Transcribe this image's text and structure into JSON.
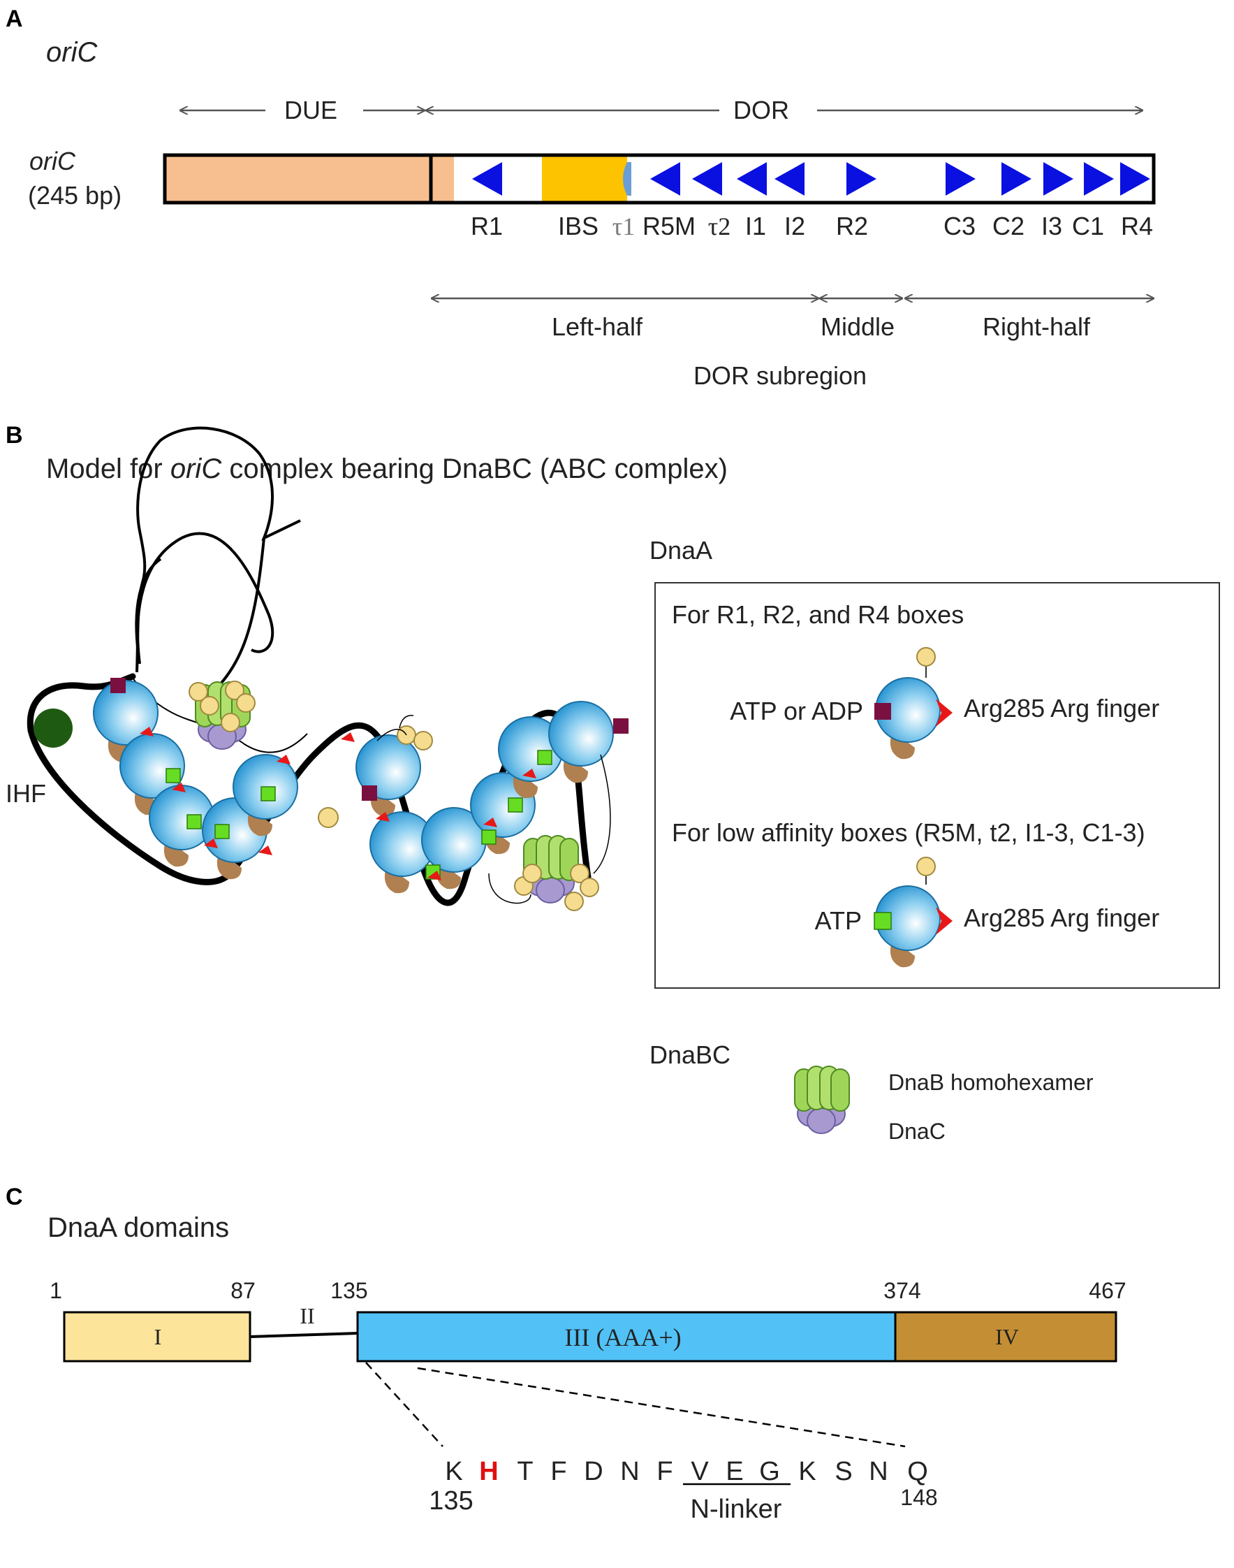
{
  "panels": {
    "a": {
      "letter": "A",
      "title": "oriC",
      "track_label_line1": "oriC",
      "track_label_line2": "(245 bp)",
      "due_label": "DUE",
      "dor_label": "DOR",
      "box_labels": [
        "R1",
        "IBS",
        "τ1",
        "R5M",
        "τ2",
        "I1",
        "I2",
        "R2",
        "C3",
        "C2",
        "I3",
        "C1",
        "R4"
      ],
      "sub_left": "Left-half",
      "sub_middle": "Middle",
      "sub_right": "Right-half",
      "subregion_caption": "DOR subregion",
      "colors": {
        "due": "#f7bf90",
        "ibs": "#fdc300",
        "tau1": "#6a9ed8",
        "box": "#0a10e0"
      }
    },
    "b": {
      "letter": "B",
      "title_prefix": "Model for ",
      "title_italic": "oriC",
      "title_suffix": " complex bearing DnaBC (ABC complex)",
      "ihf_label": "IHF",
      "dnaa_heading": "DnaA",
      "legend_high_title": "For R1, R2, and R4 boxes",
      "legend_high_nucleotide": "ATP or ADP",
      "legend_high_finger": "Arg285 Arg finger",
      "legend_low_title": "For low affinity boxes (R5M, t2, I1-3, C1-3)",
      "legend_low_nucleotide": "ATP",
      "legend_low_finger": "Arg285 Arg finger",
      "dnabc_heading": "DnaBC",
      "dnab_label": "DnaB homohexamer",
      "dnac_label": "DnaC",
      "colors": {
        "dnaa_body": "#1e9bd7",
        "adp": "#7a1040",
        "atp": "#66dd22",
        "finger": "#e81818",
        "tail": "#b08050",
        "dnab": "#9fd65a",
        "dnac": "#a89ad0",
        "ihf": "#1f5a12",
        "bead": "#f6dc8e"
      }
    },
    "c": {
      "letter": "C",
      "title": "DnaA domains",
      "positions": [
        "1",
        "87",
        "135",
        "374",
        "467"
      ],
      "domain_1": "I",
      "domain_2": "II",
      "domain_3": "III (AAA+)",
      "domain_4": "IV",
      "sequence": [
        "K",
        "H",
        "T",
        "F",
        "D",
        "N",
        "F",
        "V",
        "E",
        "G",
        "K",
        "S",
        "N",
        "Q"
      ],
      "seq_start": "135",
      "seq_end": "148",
      "nlinker": "N-linker",
      "colors": {
        "d1": "#fce49b",
        "d3": "#52c2f6",
        "d4": "#c48f34",
        "highlight": "#e01010"
      }
    }
  }
}
